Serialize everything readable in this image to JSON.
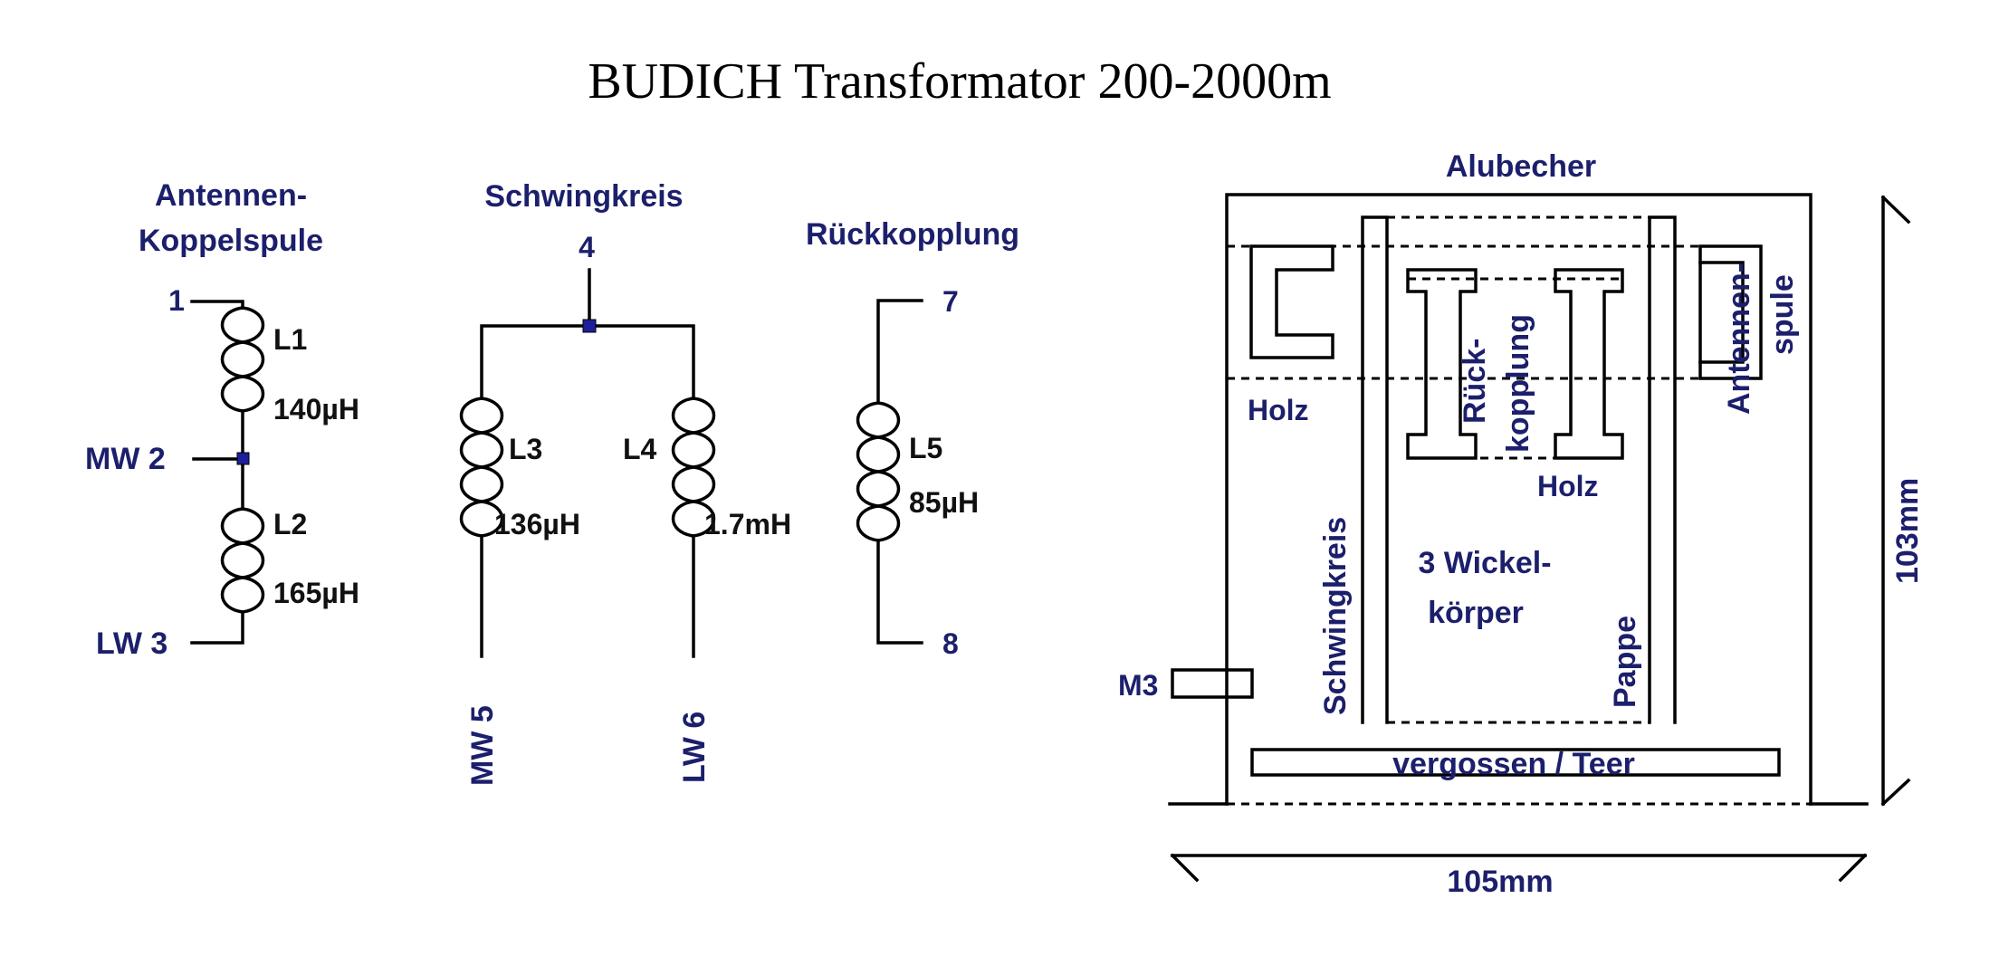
{
  "title": "BUDICH Transformator 200-2000m",
  "schematic": {
    "antenna": {
      "heading_line1": "Antennen-",
      "heading_line2": "Koppelspule",
      "terminal_1": "1",
      "terminal_mw2": "MW 2",
      "terminal_lw3": "LW 3",
      "coil_l1": "L1",
      "value_l1": "140µH",
      "coil_l2": "L2",
      "value_l2": "165µH"
    },
    "tank": {
      "heading": "Schwingkreis",
      "terminal_4": "4",
      "coil_l3": "L3",
      "value_l3": "136µH",
      "coil_l4": "L4",
      "value_l4": "1.7mH",
      "terminal_mw5": "MW 5",
      "terminal_lw6": "LW 6"
    },
    "feedback": {
      "heading": "Rückkopplung",
      "terminal_7": "7",
      "terminal_8": "8",
      "coil_l5": "L5",
      "value_l5": "85µH"
    }
  },
  "construction": {
    "can_label": "Alubecher",
    "wood_left": "Holz",
    "wood_center": "Holz",
    "feedback_coil_line1": "Rück-",
    "feedback_coil_line2": "kopplung",
    "antenna_coil_line1": "Antennen-",
    "antenna_coil_line2": "spule",
    "tank_coil": "Schwingkreis",
    "former_line1": "3 Wickel-",
    "former_line2": "körper",
    "cardboard": "Pappe",
    "screw": "M3",
    "potting": "vergossen / Teer",
    "width": "105mm",
    "height": "103mm"
  }
}
